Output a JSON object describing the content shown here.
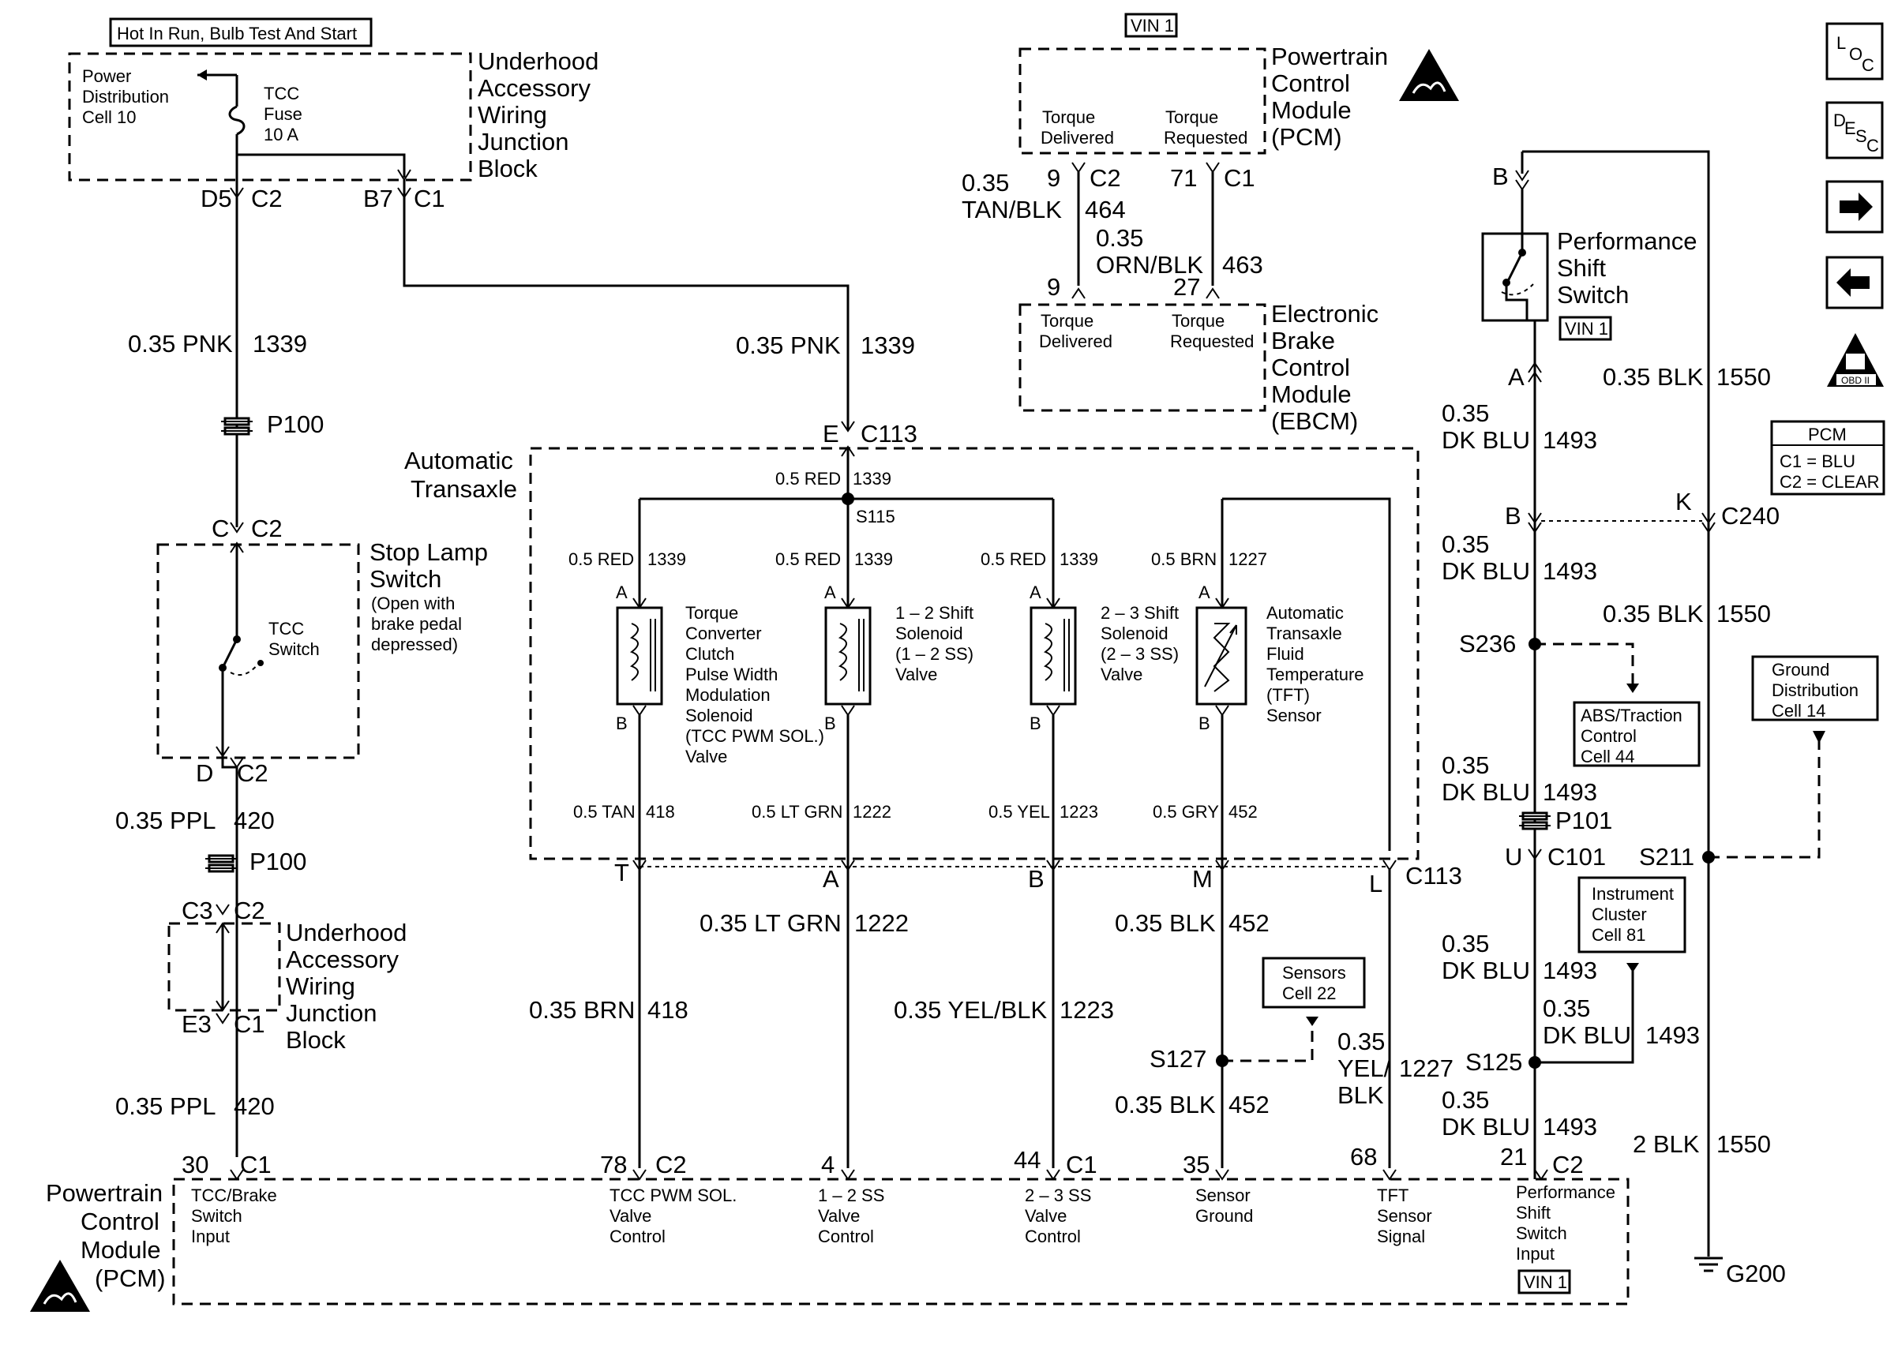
{
  "header": {
    "hot_label": "Hot In Run, Bulb Test And Start",
    "vin_pcm": "VIN 1"
  },
  "junction_block": {
    "title_lines": [
      "Underhood",
      "Accessory",
      "Wiring",
      "Junction",
      "Block"
    ],
    "pdc_lines": [
      "Power",
      "Distribution",
      "Cell 10"
    ],
    "fuse_lines": [
      "TCC",
      "Fuse",
      "10 A"
    ],
    "d5": "D5",
    "c2": "C2",
    "b7": "B7",
    "c1": "C1"
  },
  "left_wires": {
    "pnk_gauge": "0.35 PNK",
    "pnk_circuit": "1339",
    "p100": "P100",
    "ppl_gauge": "0.35 PPL",
    "ppl_circuit": "420"
  },
  "stop_lamp": {
    "title_lines": [
      "Stop Lamp",
      "Switch"
    ],
    "note_lines": [
      "(Open with",
      "brake pedal",
      "depressed)"
    ],
    "switch_lines": [
      "TCC",
      "Switch"
    ],
    "c": "C",
    "c2": "C2",
    "d": "D",
    "d_c2": "C2"
  },
  "junction_block_2": {
    "title_lines": [
      "Underhood",
      "Accessory",
      "Wiring",
      "Junction",
      "Block"
    ],
    "c3": "C3",
    "c2": "C2",
    "e3": "E3",
    "c1": "C1"
  },
  "pcm_top": {
    "title_lines": [
      "Powertrain",
      "Control",
      "Module",
      "(PCM)"
    ],
    "torque_delivered": [
      "Torque",
      "Delivered"
    ],
    "torque_requested": [
      "Torque",
      "Requested"
    ],
    "pin9": "9",
    "c2": "C2",
    "pin71": "71",
    "c1": "C1",
    "tan_gauge_lines": [
      "0.35",
      "TAN/BLK"
    ],
    "tan_circuit": "464",
    "orn_gauge_lines": [
      "0.35",
      "ORN/BLK"
    ],
    "orn_circuit": "463"
  },
  "ebcm": {
    "title_lines": [
      "Electronic",
      "Brake",
      "Control",
      "Module",
      "(EBCM)"
    ],
    "torque_delivered": [
      "Torque",
      "Delivered"
    ],
    "torque_requested": [
      "Torque",
      "Requested"
    ],
    "pin9": "9",
    "pin27": "27"
  },
  "transaxle": {
    "title_lines": [
      "Automatic",
      "Transaxle"
    ],
    "feed_gauge": "0.35 PNK",
    "feed_circuit": "1339",
    "e": "E",
    "c113": "C113",
    "red_gauge": "0.5 RED",
    "red_circuit": "1339",
    "s115": "S115",
    "branches": [
      {
        "gauge": "0.5 RED",
        "circuit": "1339"
      },
      {
        "gauge": "0.5 RED",
        "circuit": "1339"
      },
      {
        "gauge": "0.5 RED",
        "circuit": "1339"
      },
      {
        "gauge": "0.5 BRN",
        "circuit": "1227"
      }
    ],
    "components": [
      {
        "lines": [
          "Torque",
          "Converter",
          "Clutch",
          "Pulse Width",
          "Modulation",
          "Solenoid",
          "(TCC PWM SOL.)",
          "Valve"
        ]
      },
      {
        "lines": [
          "1 – 2 Shift",
          "Solenoid",
          "(1 – 2 SS)",
          "Valve"
        ]
      },
      {
        "lines": [
          "2 – 3 Shift",
          "Solenoid",
          "(2 – 3 SS)",
          "Valve"
        ]
      },
      {
        "lines": [
          "Automatic",
          "Transaxle",
          "Fluid",
          "Temperature",
          "(TFT)",
          "Sensor"
        ]
      }
    ],
    "pin_a": "A",
    "pin_b": "B",
    "bottom_wires": [
      {
        "gauge": "0.5 TAN",
        "circuit": "418"
      },
      {
        "gauge": "0.5 LT GRN",
        "circuit": "1222"
      },
      {
        "gauge": "0.5 YEL",
        "circuit": "1223"
      },
      {
        "gauge": "0.5 GRY",
        "circuit": "452"
      }
    ],
    "conn_pins": [
      "T",
      "A",
      "B",
      "M",
      "L"
    ],
    "c113b": "C113"
  },
  "lower_wires": {
    "brn_gauge": "0.35 BRN",
    "brn_circuit": "418",
    "ltgrn_gauge": "0.35 LT GRN",
    "ltgrn_circuit": "1222",
    "yelblk_gauge": "0.35 YEL/BLK",
    "yelblk_circuit": "1223",
    "blk_gauge": "0.35 BLK",
    "blk_circuit": "452",
    "blk2_gauge": "0.35 BLK",
    "blk2_circuit": "452",
    "s127": "S127",
    "sensors_lines": [
      "Sensors",
      "Cell 22"
    ],
    "yb_lines": [
      "0.35",
      "YEL/",
      "BLK"
    ],
    "yb_circuit": "1227"
  },
  "pcm_bottom": {
    "title_lines": [
      "Powertrain",
      "Control",
      "Module",
      "(PCM)"
    ],
    "pins": [
      {
        "num": "30",
        "conn": "C1"
      },
      {
        "num": "78",
        "conn": "C2"
      },
      {
        "num": "4",
        "conn": ""
      },
      {
        "num": "44",
        "conn": "C1"
      },
      {
        "num": "35",
        "conn": ""
      },
      {
        "num": "68",
        "conn": ""
      },
      {
        "num": "21",
        "conn": "C2"
      }
    ],
    "labels": [
      [
        "TCC/Brake",
        "Switch",
        "Input"
      ],
      [
        "TCC PWM SOL.",
        "Valve",
        "Control"
      ],
      [
        "1 – 2 SS",
        "Valve",
        "Control"
      ],
      [
        "2 – 3 SS",
        "Valve",
        "Control"
      ],
      [
        "Sensor",
        "Ground"
      ],
      [
        "TFT",
        "Sensor",
        "Signal"
      ],
      [
        "Performance",
        "Shift",
        "Switch",
        "Input"
      ]
    ],
    "vin": "VIN 1"
  },
  "right_side": {
    "b_top": "B",
    "perf_lines": [
      "Performance",
      "Shift",
      "Switch"
    ],
    "perf_vin": "VIN 1",
    "a": "A",
    "blk_gauge": "0.35 BLK",
    "blk_circuit": "1550",
    "dkblu_gauge_lines": [
      "0.35",
      "DK BLU"
    ],
    "dkblu_circuit": "1493",
    "b": "B",
    "k": "K",
    "c240": "C240",
    "s236": "S236",
    "abs_lines": [
      "ABS/Traction",
      "Control",
      "Cell 44"
    ],
    "p101": "P101",
    "u": "U",
    "c101": "C101",
    "s211": "S211",
    "ground_lines": [
      "Ground",
      "Distribution",
      "Cell 14"
    ],
    "cluster_lines": [
      "Instrument",
      "Cluster",
      "Cell 81"
    ],
    "s125": "S125",
    "blk2_gauge": "2 BLK",
    "blk2_circuit": "1550",
    "g200": "G200",
    "pcm_legend_title": "PCM",
    "pcm_legend_lines": [
      "C1 = BLU",
      "C2 = CLEAR"
    ]
  },
  "nav_icons": {
    "loc": [
      "L",
      "O",
      "C"
    ],
    "desc": [
      "D",
      "E",
      "S",
      "C"
    ],
    "obd": "OBD II"
  }
}
